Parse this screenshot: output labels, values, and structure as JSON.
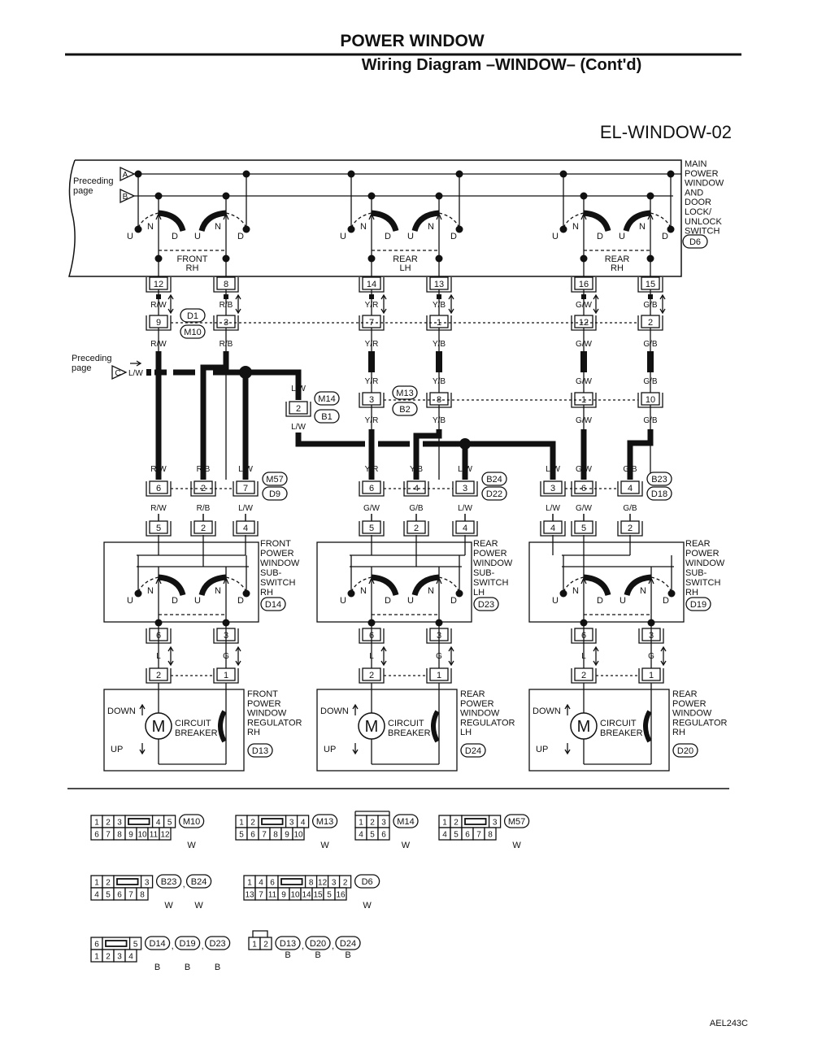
{
  "header": {
    "title": "POWER WINDOW",
    "subtitle": "Wiring Diagram –WINDOW– (Cont'd)"
  },
  "diagram_code": "EL-WINDOW-02",
  "footer_code": "AEL243C",
  "main_switch": {
    "label": [
      "MAIN",
      "POWER",
      "WINDOW",
      "AND",
      "DOOR",
      "LOCK/",
      "UNLOCK",
      "SWITCH"
    ],
    "connector": "D6",
    "preceding_a": "A",
    "preceding_b": "B",
    "preceding_text": [
      "Preceding",
      "page"
    ]
  },
  "preceding_c": {
    "text": [
      "Preceding",
      "page"
    ],
    "letter": "C",
    "wire": "L/W"
  },
  "switch_letters": {
    "u": "U",
    "n": "N",
    "d": "D"
  },
  "motor": {
    "m": "M",
    "breaker": [
      "CIRCUIT",
      "BREAKER"
    ],
    "down": "DOWN",
    "up": "UP"
  },
  "upper_connectors": {
    "row1": [
      "D1",
      "M10"
    ],
    "row2": [
      "M13",
      "B2"
    ],
    "lw_conn": [
      "M14",
      "B1"
    ],
    "lw_pin": "2",
    "lw_wire": "L/W"
  },
  "columns": [
    {
      "main_label": [
        "FRONT",
        "RH"
      ],
      "main_pins": [
        "12",
        "8"
      ],
      "wires1": [
        "R/W",
        "R/B"
      ],
      "row1_pins": [
        "9",
        "3"
      ],
      "wires2": [
        "R/W",
        "R/B"
      ],
      "row2": null,
      "lower_wires_above": [
        "R/W",
        "R/B",
        "L/W"
      ],
      "lower_pins": [
        "6",
        "2",
        "7"
      ],
      "lower_conn": [
        "M57",
        "D9"
      ],
      "lower_wires_below": [
        "R/W",
        "R/B",
        "L/W"
      ],
      "sub_pins": [
        "5",
        "2",
        "4"
      ],
      "sub_label": [
        "FRONT",
        "POWER",
        "WINDOW",
        "SUB-",
        "SWITCH",
        "RH"
      ],
      "sub_conn": "D14",
      "sw_pins": [
        "6",
        "3"
      ],
      "sw_wires": [
        "L",
        "G"
      ],
      "reg_pins": [
        "2",
        "1"
      ],
      "reg_label": [
        "FRONT",
        "POWER",
        "WINDOW",
        "REGULATOR",
        "RH"
      ],
      "reg_conn": "D13"
    },
    {
      "main_label": [
        "REAR",
        "LH"
      ],
      "main_pins": [
        "14",
        "13"
      ],
      "wires1": [
        "Y/R",
        "Y/B"
      ],
      "row1_pins": [
        "7",
        "1"
      ],
      "wires2": [
        "Y/R",
        "Y/B"
      ],
      "row2": {
        "above": [
          "Y/R",
          "Y/B"
        ],
        "pins": [
          "3",
          "8"
        ],
        "below": [
          "Y/R",
          "Y/B"
        ]
      },
      "lower_wires_above": [
        "Y/R",
        "Y/B",
        "L/W"
      ],
      "lower_pins": [
        "6",
        "4",
        "3"
      ],
      "lower_conn": [
        "B24",
        "D22"
      ],
      "lower_wires_below": [
        "G/W",
        "G/B",
        "L/W"
      ],
      "sub_pins": [
        "5",
        "2",
        "4"
      ],
      "sub_label": [
        "REAR",
        "POWER",
        "WINDOW",
        "SUB-",
        "SWITCH",
        "LH"
      ],
      "sub_conn": "D23",
      "sw_pins": [
        "6",
        "3"
      ],
      "sw_wires": [
        "L",
        "G"
      ],
      "reg_pins": [
        "2",
        "1"
      ],
      "reg_label": [
        "REAR",
        "POWER",
        "WINDOW",
        "REGULATOR",
        "LH"
      ],
      "reg_conn": "D24"
    },
    {
      "main_label": [
        "REAR",
        "RH"
      ],
      "main_pins": [
        "16",
        "15"
      ],
      "wires1": [
        "G/W",
        "G/B"
      ],
      "row1_pins": [
        "12",
        "2"
      ],
      "wires2": [
        "G/W",
        "G/B"
      ],
      "row2": {
        "above": [
          "G/W",
          "G/B"
        ],
        "pins": [
          "1",
          "10"
        ],
        "below": [
          "G/W",
          "G/B"
        ]
      },
      "lower_wires_above": [
        "L/W",
        "G/W",
        "G/B"
      ],
      "lower_pins": [
        "3",
        "6",
        "4"
      ],
      "lower_conn": [
        "B23",
        "D18"
      ],
      "lower_wires_below": [
        "L/W",
        "G/W",
        "G/B"
      ],
      "sub_pins": [
        "4",
        "5",
        "2"
      ],
      "sub_label": [
        "REAR",
        "POWER",
        "WINDOW",
        "SUB-",
        "SWITCH",
        "RH"
      ],
      "sub_conn": "D19",
      "sw_pins": [
        "6",
        "3"
      ],
      "sw_wires": [
        "L",
        "G"
      ],
      "reg_pins": [
        "2",
        "1"
      ],
      "reg_label": [
        "REAR",
        "POWER",
        "WINDOW",
        "REGULATOR",
        "RH"
      ],
      "reg_conn": "D20"
    }
  ],
  "connector_faces": [
    {
      "rows": [
        [
          "1",
          "2",
          "3",
          "",
          "4",
          "5"
        ],
        [
          "6",
          "7",
          "8",
          "9",
          "10",
          "11",
          "12"
        ]
      ],
      "ids": [
        "M10"
      ],
      "color": "W"
    },
    {
      "rows": [
        [
          "1",
          "2",
          "",
          "3",
          "4"
        ],
        [
          "5",
          "6",
          "7",
          "8",
          "9",
          "10"
        ]
      ],
      "ids": [
        "M13"
      ],
      "color": "W"
    },
    {
      "rows": [
        [
          "1",
          "2",
          "3"
        ],
        [
          "4",
          "5",
          "6"
        ]
      ],
      "ids": [
        "M14"
      ],
      "color": "W"
    },
    {
      "rows": [
        [
          "1",
          "2",
          "",
          "3"
        ],
        [
          "4",
          "5",
          "6",
          "7",
          "8"
        ]
      ],
      "ids": [
        "M57"
      ],
      "color": "W"
    },
    {
      "rows": [
        [
          "1",
          "2",
          "",
          "3"
        ],
        [
          "4",
          "5",
          "6",
          "7",
          "8"
        ]
      ],
      "ids": [
        "B23",
        "B24"
      ],
      "color": "W"
    },
    {
      "rows": [
        [
          "1",
          "4",
          "6",
          "",
          "8",
          "12",
          "3",
          "2"
        ],
        [
          "13",
          "7",
          "11",
          "9",
          "10",
          "14",
          "15",
          "5",
          "16"
        ]
      ],
      "ids": [
        "D6"
      ],
      "color": "W"
    },
    {
      "rows": [
        [
          "6",
          "",
          "5"
        ],
        [
          "1",
          "2",
          "3",
          "4"
        ]
      ],
      "ids": [
        "D14",
        "D19",
        "D23"
      ],
      "color": "B"
    },
    {
      "rows": [
        [
          "1",
          "2"
        ]
      ],
      "ids": [
        "D13",
        "D20",
        "D24"
      ],
      "color": "B"
    }
  ]
}
